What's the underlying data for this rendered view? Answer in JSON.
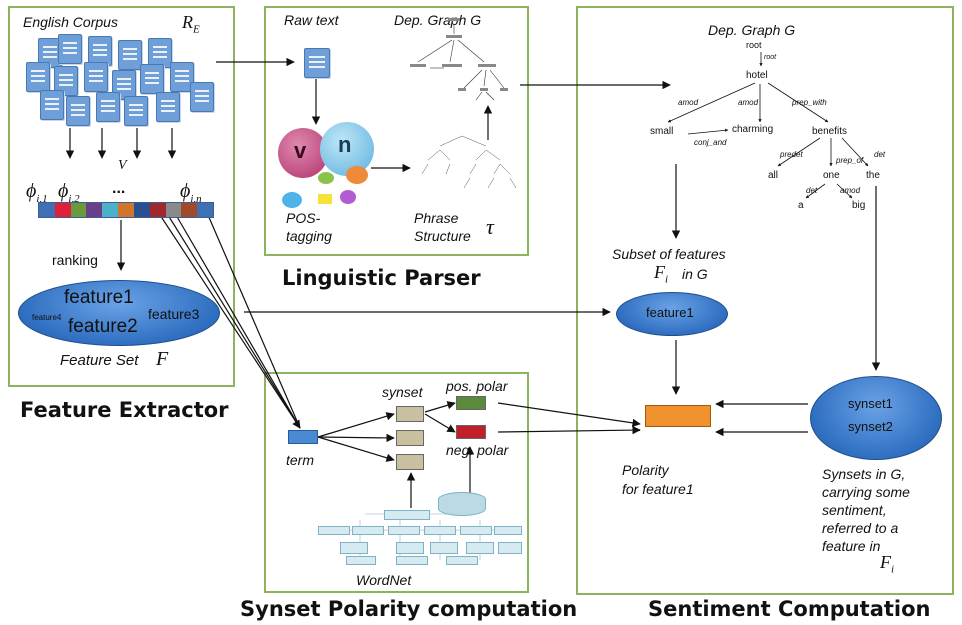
{
  "colors": {
    "panel_border": "#8db360",
    "ellipse": "#2f6fc1",
    "synset_box": "#c9c0a0",
    "pos_polar": "#5b8a3a",
    "neg_polar": "#c0202a",
    "polarity_box": "#f0922e",
    "term_box": "#4a8ad0"
  },
  "feature_extractor": {
    "corpus_label": "English Corpus",
    "corpus_symbol": "R",
    "corpus_sub": "E",
    "v_label": "V",
    "phi1": "ϕ",
    "phi1_sub": "i,1",
    "phi2": "ϕ",
    "phi2_sub": "i,2",
    "dots": "...",
    "phin": "ϕ",
    "phin_sub": "i,n",
    "ranking": "ranking",
    "ellipse_feature1": "feature1",
    "ellipse_feature2": "feature2",
    "ellipse_feature3": "feature3",
    "ellipse_feature4": "feature4",
    "feature_set_label": "Feature Set",
    "feature_set_symbol": "F",
    "title": "Feature Extractor"
  },
  "linguistic_parser": {
    "raw_text": "Raw text",
    "dep_graph": "Dep. Graph G",
    "pos_line1": "POS-",
    "pos_line2": "tagging",
    "phrase_line1": "Phrase",
    "phrase_line2": "Structure",
    "tau": "τ",
    "title": "Linguistic Parser",
    "pos_bubbles": {
      "v": "v",
      "n": "n"
    }
  },
  "synset_polarity": {
    "synset": "synset",
    "pos_polar": "pos. polar",
    "neg_polar": "neg. polar",
    "term": "term",
    "wordnet": "WordNet",
    "title": "Synset Polarity computation"
  },
  "sentiment": {
    "dep_graph": "Dep. Graph G",
    "nodes": {
      "root": "root",
      "hotel": "hotel",
      "small": "small",
      "charming": "charming",
      "benefits": "benefits",
      "all": "all",
      "one": "one",
      "the": "the",
      "a": "a",
      "big": "big"
    },
    "edges": {
      "root": "root",
      "amod1": "amod",
      "amod2": "amod",
      "prep_with": "prep_with",
      "conj_and": "conj_and",
      "predet": "predet",
      "prep_of": "prep_of",
      "det1": "det",
      "det2": "det",
      "amod3": "amod"
    },
    "subset_line1": "Subset of features",
    "subset_symbol": "F",
    "subset_sub": "i",
    "subset_suffix": "in G",
    "feature1": "feature1",
    "synset1": "synset1",
    "synset2": "synset2",
    "polarity_line1": "Polarity",
    "polarity_line2": "for feature1",
    "synsets_note": [
      "Synsets in G,",
      "carrying some",
      "sentiment,",
      "referred to a",
      "feature in"
    ],
    "note_symbol": "F",
    "note_sub": "i",
    "title": "Sentiment Computation"
  }
}
